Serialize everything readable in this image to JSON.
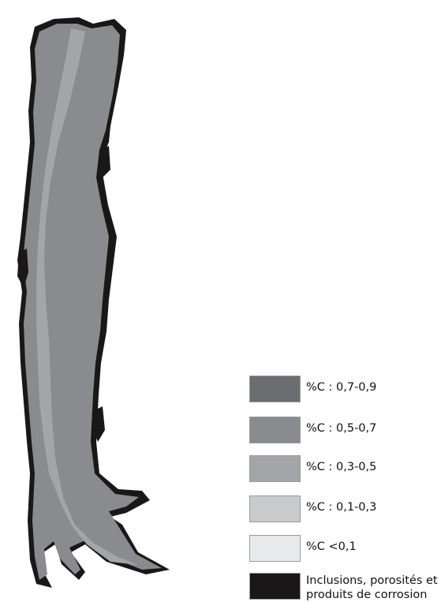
{
  "legend": {
    "items": [
      {
        "label": "%C : 0,7-0,9",
        "color": "#6b6d70"
      },
      {
        "label": "%C : 0,5-0,7",
        "color": "#898b8e"
      },
      {
        "label": "%C : 0,3-0,5",
        "color": "#a3a5a8"
      },
      {
        "label": "%C : 0,1-0,3",
        "color": "#c9cacc"
      },
      {
        "label": "%C <0,1",
        "color": "#e8e9ea"
      },
      {
        "label_line1": "Inclusions, porosités et",
        "label_line2": "produits de corrosion",
        "color": "#1a1718"
      }
    ]
  }
}
